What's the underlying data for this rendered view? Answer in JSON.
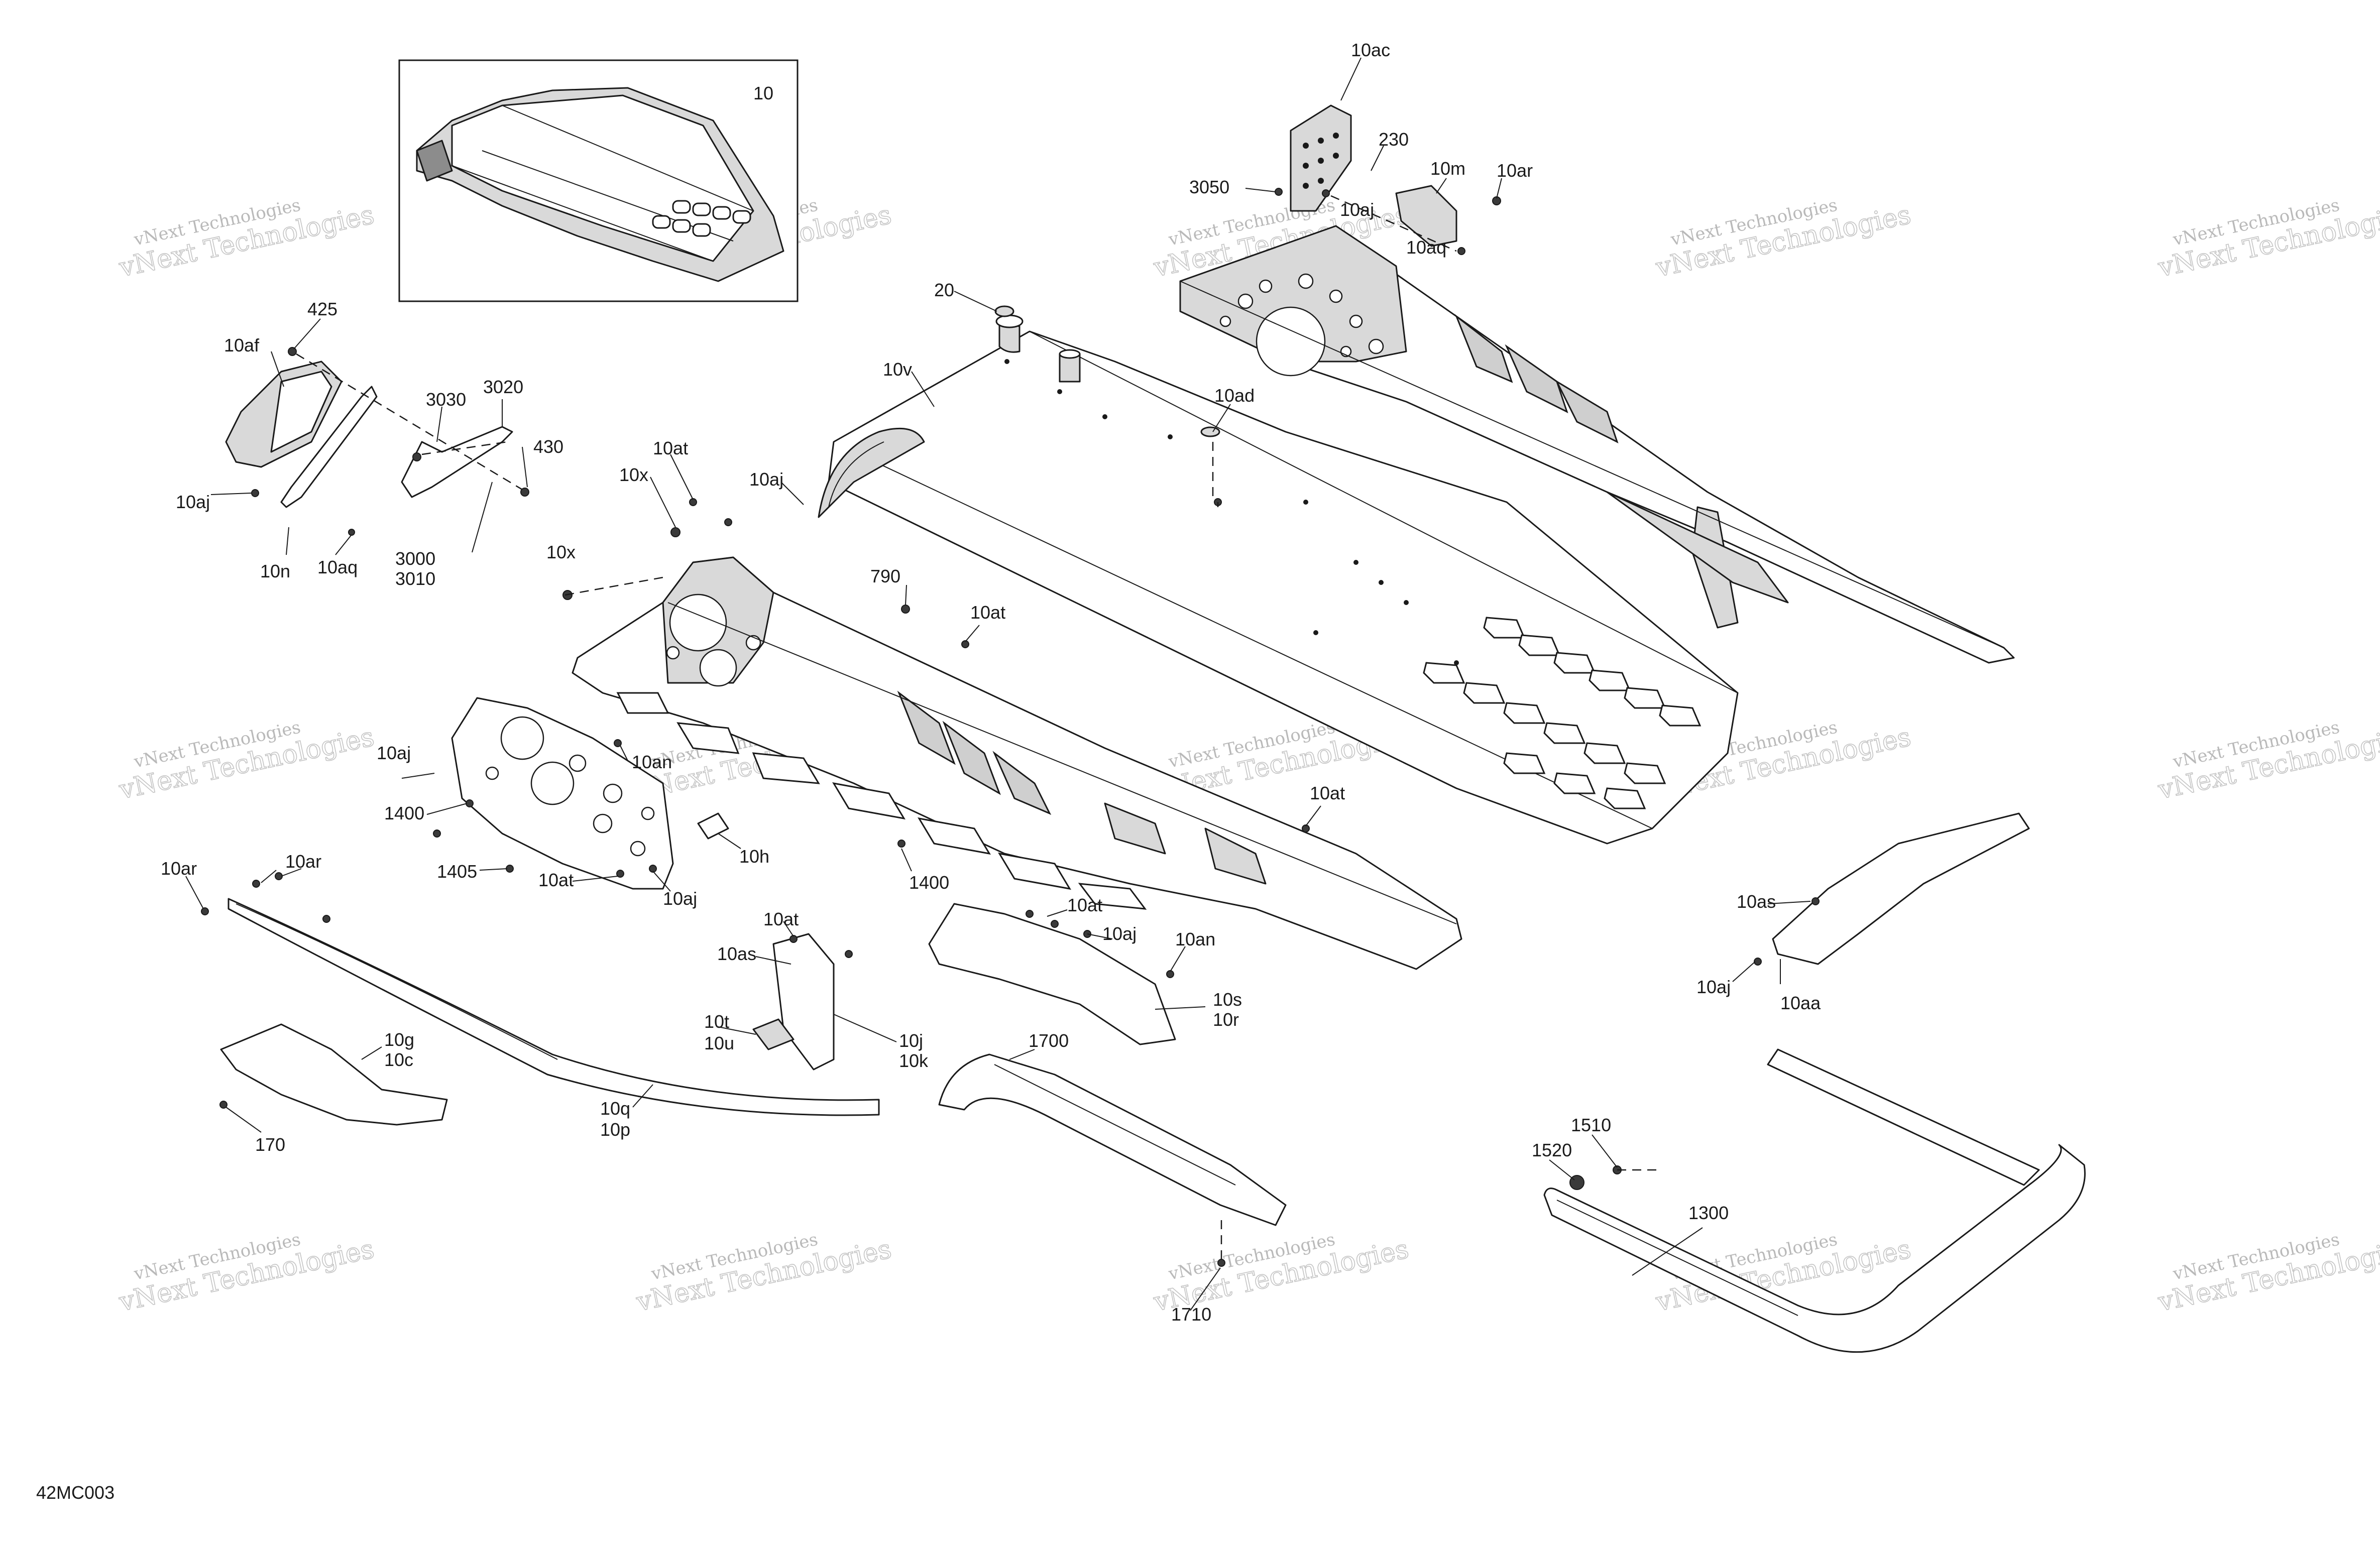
{
  "diagram": {
    "ref_code": "42MC003",
    "inset_label": "10",
    "callouts": [
      {
        "id": "c-10ac",
        "text": "10ac"
      },
      {
        "id": "c-230",
        "text": "230"
      },
      {
        "id": "c-10m",
        "text": "10m"
      },
      {
        "id": "c-10ar-top",
        "text": "10ar"
      },
      {
        "id": "c-3050",
        "text": "3050"
      },
      {
        "id": "c-10aj-top",
        "text": "10aj"
      },
      {
        "id": "c-10aq-top",
        "text": "10aq"
      },
      {
        "id": "c-20",
        "text": "20"
      },
      {
        "id": "c-10v",
        "text": "10v"
      },
      {
        "id": "c-10ad",
        "text": "10ad"
      },
      {
        "id": "c-425",
        "text": "425"
      },
      {
        "id": "c-10af",
        "text": "10af"
      },
      {
        "id": "c-3030",
        "text": "3030"
      },
      {
        "id": "c-3020",
        "text": "3020"
      },
      {
        "id": "c-430",
        "text": "430"
      },
      {
        "id": "c-10aj-left",
        "text": "10aj"
      },
      {
        "id": "c-10n",
        "text": "10n"
      },
      {
        "id": "c-10aq-left",
        "text": "10aq"
      },
      {
        "id": "c-3000",
        "text": "3000"
      },
      {
        "id": "c-3010",
        "text": "3010"
      },
      {
        "id": "c-10at-1",
        "text": "10at"
      },
      {
        "id": "c-10x-1",
        "text": "10x"
      },
      {
        "id": "c-10aj-mid",
        "text": "10aj"
      },
      {
        "id": "c-10x-2",
        "text": "10x"
      },
      {
        "id": "c-790",
        "text": "790"
      },
      {
        "id": "c-10at-2",
        "text": "10at"
      },
      {
        "id": "c-10aj-plate",
        "text": "10aj"
      },
      {
        "id": "c-10an-1",
        "text": "10an"
      },
      {
        "id": "c-1400-1",
        "text": "1400"
      },
      {
        "id": "c-1405",
        "text": "1405"
      },
      {
        "id": "c-10at-3",
        "text": "10at"
      },
      {
        "id": "c-10h",
        "text": "10h"
      },
      {
        "id": "c-10aj-plate2",
        "text": "10aj"
      },
      {
        "id": "c-1400-2",
        "text": "1400"
      },
      {
        "id": "c-10at-4",
        "text": "10at"
      },
      {
        "id": "c-10ar-1",
        "text": "10ar"
      },
      {
        "id": "c-10ar-2",
        "text": "10ar"
      },
      {
        "id": "c-10at-5",
        "text": "10at"
      },
      {
        "id": "c-10as-1",
        "text": "10as"
      },
      {
        "id": "c-10t",
        "text": "10t"
      },
      {
        "id": "c-10u",
        "text": "10u"
      },
      {
        "id": "c-10j",
        "text": "10j"
      },
      {
        "id": "c-10k",
        "text": "10k"
      },
      {
        "id": "c-10at-6",
        "text": "10at"
      },
      {
        "id": "c-10aj-brk",
        "text": "10aj"
      },
      {
        "id": "c-10an-2",
        "text": "10an"
      },
      {
        "id": "c-10s",
        "text": "10s"
      },
      {
        "id": "c-10r",
        "text": "10r"
      },
      {
        "id": "c-10g",
        "text": "10g"
      },
      {
        "id": "c-10c",
        "text": "10c"
      },
      {
        "id": "c-170",
        "text": "170"
      },
      {
        "id": "c-10q",
        "text": "10q"
      },
      {
        "id": "c-10p",
        "text": "10p"
      },
      {
        "id": "c-1700",
        "text": "1700"
      },
      {
        "id": "c-1710",
        "text": "1710"
      },
      {
        "id": "c-10as-2",
        "text": "10as"
      },
      {
        "id": "c-10aj-right",
        "text": "10aj"
      },
      {
        "id": "c-10aa",
        "text": "10aa"
      },
      {
        "id": "c-1510",
        "text": "1510"
      },
      {
        "id": "c-1520",
        "text": "1520"
      },
      {
        "id": "c-1300",
        "text": "1300"
      }
    ]
  },
  "watermark": {
    "line1": "vNext Technologies",
    "line2": "vNext Technologies"
  }
}
